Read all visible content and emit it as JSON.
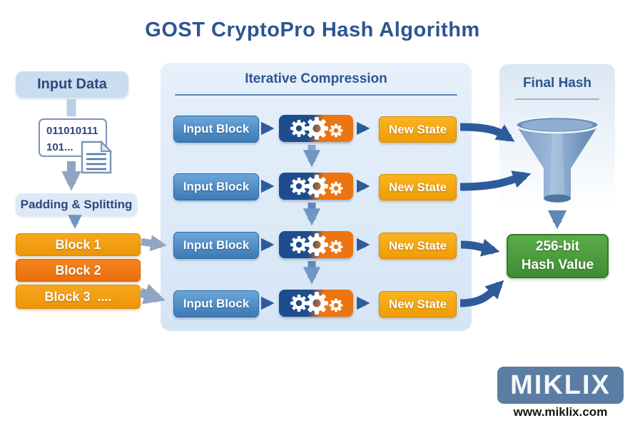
{
  "title": "GOST CryptoPro Hash Algorithm",
  "input_section": {
    "header": "Input Data",
    "binary_line1": "011010111",
    "binary_line2": "101...",
    "padding_label": "Padding & Splitting",
    "blocks": [
      "Block 1",
      "Block 2",
      "Block 3  ...."
    ]
  },
  "compression": {
    "header": "Iterative Compression",
    "rows": [
      {
        "input": "Input Block",
        "output": "New State"
      },
      {
        "input": "Input Block",
        "output": "New State"
      },
      {
        "input": "Input Block",
        "output": "New State"
      },
      {
        "input": "Input Block",
        "output": "New State"
      }
    ]
  },
  "final_hash": {
    "header": "Final Hash",
    "result_line1": "256-bit",
    "result_line2": "Hash Value"
  },
  "branding": {
    "logo": "MIKLIX",
    "url": "www.miklix.com"
  },
  "colors": {
    "title_blue": "#2d5591",
    "header_bg_blue": "#c9dcf0",
    "panel_blue": "#dce9f6",
    "block_amber": "#f2a013",
    "block_orange": "#f07815",
    "input_block_blue": "#4a8cc2",
    "new_state_amber": "#f4a812",
    "gearbox_navy": "#1d4d8d",
    "gearbox_orange": "#ed7511",
    "arrow_dark_blue": "#2e5b9a",
    "arrow_steel": "#8fa6c2",
    "hash_green": "#4a9c3e",
    "logo_slate": "#5b7ca3"
  }
}
